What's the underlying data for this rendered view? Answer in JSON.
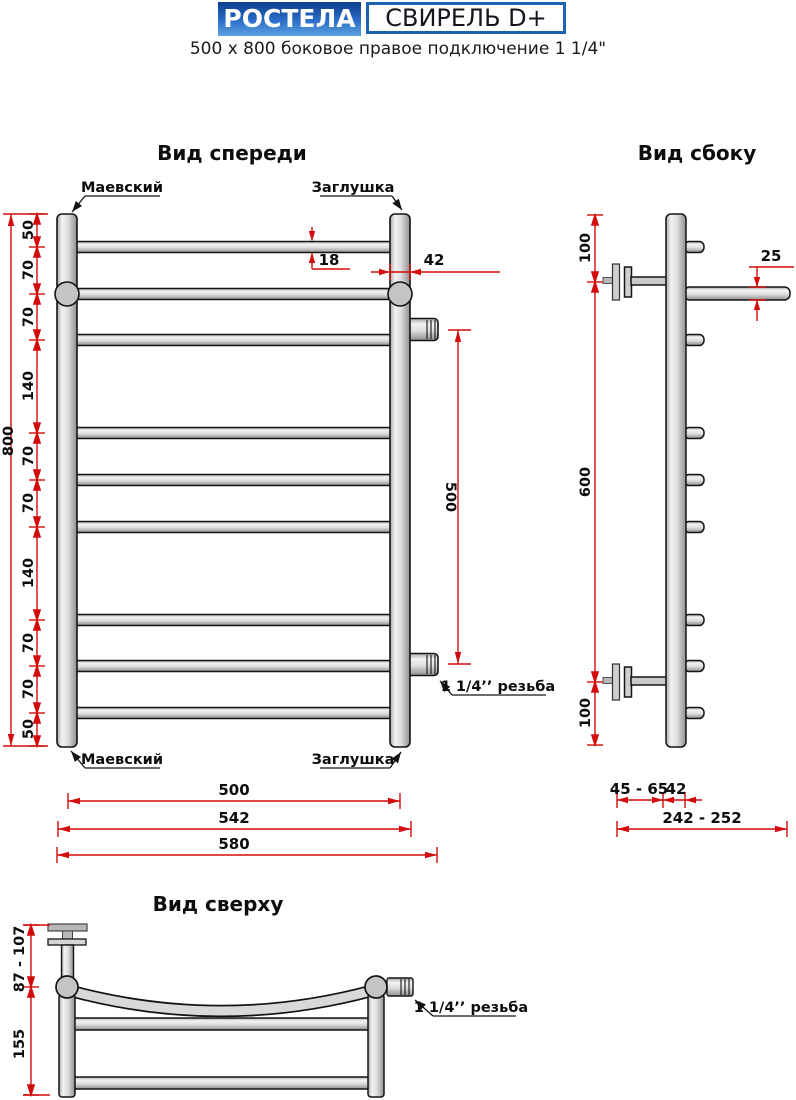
{
  "header": {
    "brand": "РОСТЕЛА",
    "model": "СВИРЕЛЬ D+",
    "subtitle": "500 x 800 боковое правое подключение 1 1/4\""
  },
  "front_view": {
    "title": "Вид спереди",
    "labels": {
      "maevsky_top": "Маевский",
      "plug_top": "Заглушка",
      "maevsky_bottom": "Маевский",
      "plug_bottom": "Заглушка",
      "thread": "1 1/4’’ резьба"
    },
    "dimensions": {
      "overall_height": "800",
      "left_chain": [
        "50",
        "70",
        "70",
        "140",
        "70",
        "70",
        "140",
        "70",
        "70",
        "50"
      ],
      "rung_diameter": "18",
      "post_diameter": "42",
      "connection_spacing": "500",
      "width_between_posts": "500",
      "width_outer": "542",
      "width_total": "580"
    }
  },
  "side_view": {
    "title": "Вид сбоку",
    "dimensions": {
      "top_offset": "100",
      "bracket_spacing": "600",
      "bottom_offset": "100",
      "pipe_diameter": "25",
      "wall_gap": "45 - 65",
      "post_depth": "42",
      "total_depth": "242 - 252"
    }
  },
  "top_view": {
    "title": "Вид сверху",
    "labels": {
      "thread": "1 1/4’’ резьба"
    },
    "dimensions": {
      "wall_distance": "87 - 107",
      "depth": "155"
    }
  },
  "colors": {
    "dimension_red": "#d40b0b",
    "brand_blue": "#1b62b0"
  }
}
